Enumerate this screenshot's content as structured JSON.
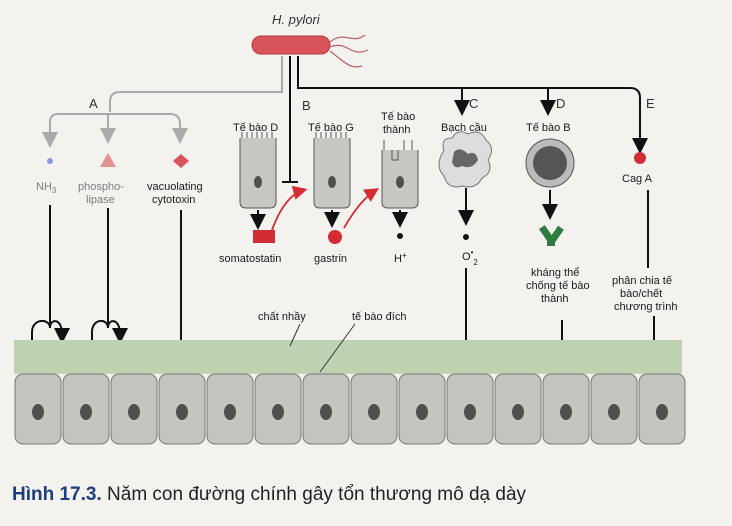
{
  "bacterium": "H. pylori",
  "pathways": {
    "a": "A",
    "b": "B",
    "c": "C",
    "d": "D",
    "e": "E"
  },
  "cells": {
    "d_cell": "Tế bào D",
    "g_cell": "Tế bào G",
    "parietal_cell": [
      "Tế bào",
      "thành"
    ],
    "white_cell": "Bạch cầu",
    "b_cell": "Tế bào B"
  },
  "factors": {
    "nh3": "NH",
    "nh3_sub": "3",
    "phospholipase": [
      "phospho-",
      "lipase"
    ],
    "vacuolating": [
      "vacuolating",
      "cytotoxin"
    ],
    "cag_a": "Cag A"
  },
  "products": {
    "somatostatin": "somatostatin",
    "gastrin": "gastrin",
    "h_plus": "H",
    "h_plus_sup": "+",
    "o2": "O",
    "o2_sup": "•",
    "o2_sub": "2",
    "antibody": [
      "kháng thể",
      "chống tế bào",
      "thành"
    ],
    "apoptosis": [
      "phân chia tế",
      "bào/chết",
      "chương trình"
    ]
  },
  "tissue": {
    "mucus": "chất nhầy",
    "target_cell": "tế bào đích"
  },
  "caption": {
    "figure_number": "Hình 17.3.",
    "text": " Năm con đường chính gây tổn thương mô dạ dày"
  },
  "colors": {
    "bacterium": "#d9535a",
    "red": "#d22c35",
    "mucus": "#bfd3b3",
    "cell_fill": "#c5c3bd",
    "nucleus": "#4f4f4f",
    "antibody": "#2e7d3f",
    "caption_blue": "#1b3e7c"
  }
}
